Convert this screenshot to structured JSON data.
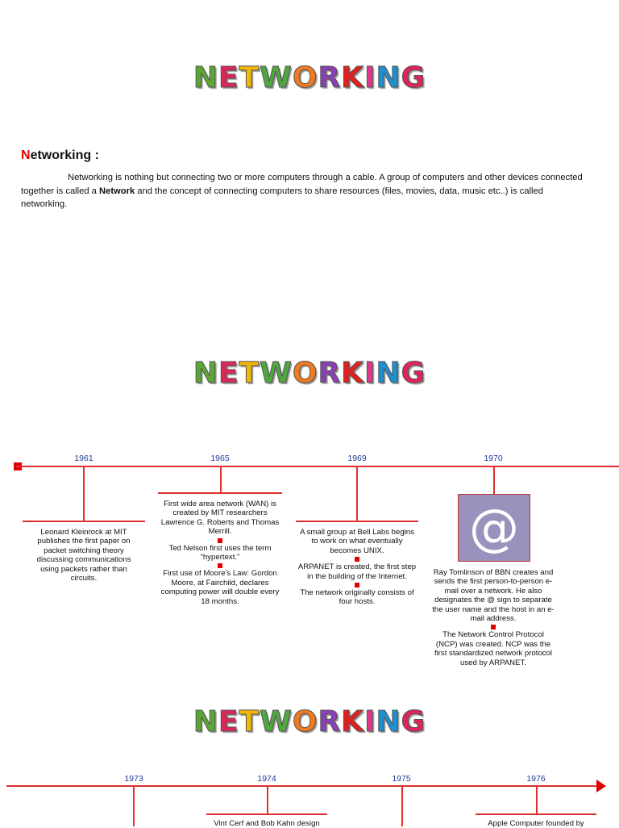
{
  "title_letters": [
    {
      "char": "N",
      "color": "#5aa832"
    },
    {
      "char": "E",
      "color": "#e0245a"
    },
    {
      "char": "T",
      "color": "#f2b705"
    },
    {
      "char": "W",
      "color": "#4fa83d"
    },
    {
      "char": "O",
      "color": "#f07a20"
    },
    {
      "char": "R",
      "color": "#8b3fb4"
    },
    {
      "char": "K",
      "color": "#e02020"
    },
    {
      "char": "I",
      "color": "#e0358c"
    },
    {
      "char": "N",
      "color": "#1f8fd0"
    },
    {
      "char": "G",
      "color": "#e0245a"
    }
  ],
  "section": {
    "heading_first": "N",
    "heading_rest": "etworking :",
    "para_1": "Networking is nothing but connecting two or more computers through a cable. A group of computers and other devices connected together is called a ",
    "para_bold": "Network",
    "para_2": " and the concept of connecting computers to share resources (files, movies, data, music etc..) is called networking."
  },
  "timeline1": {
    "years": [
      "1961",
      "1965",
      "1969",
      "1970"
    ],
    "e1961": "Leonard Kleinrock at MIT publishes the first paper on packet switching theory discussing communications using packets rather than circuits.",
    "e1965a": "First wide area network (WAN) is created by MIT researchers Lawrence G. Roberts and Thomas Merrill.",
    "e1965b": "Ted Nelson first uses the term “hypertext.”",
    "e1965c": "First use of Moore's Law: Gordon Moore, at Fairchild, declares computing power will double every 18 months.",
    "e1969a": "A small group at Bell Labs begins to work on what eventually becomes UNIX.",
    "e1969b": "ARPANET is created, the first step in the building of the Internet.",
    "e1969c": "The network originally consists of four hosts.",
    "at_symbol": "@",
    "e1970a": "Ray Tomlinson of BBN creates and sends the first person-to-person e-mail over a network. He also designates the @ sign to separate the user name and the host in an e-mail address.",
    "e1970b": "The Network Control Protocol (NCP) was created. NCP was the first standardized network protocol used by ARPANET."
  },
  "timeline2": {
    "years": [
      "1973",
      "1974",
      "1975",
      "1976"
    ],
    "e1974": "Vint Cerf and Bob Kahn design",
    "e1976": "Apple Computer founded by"
  }
}
